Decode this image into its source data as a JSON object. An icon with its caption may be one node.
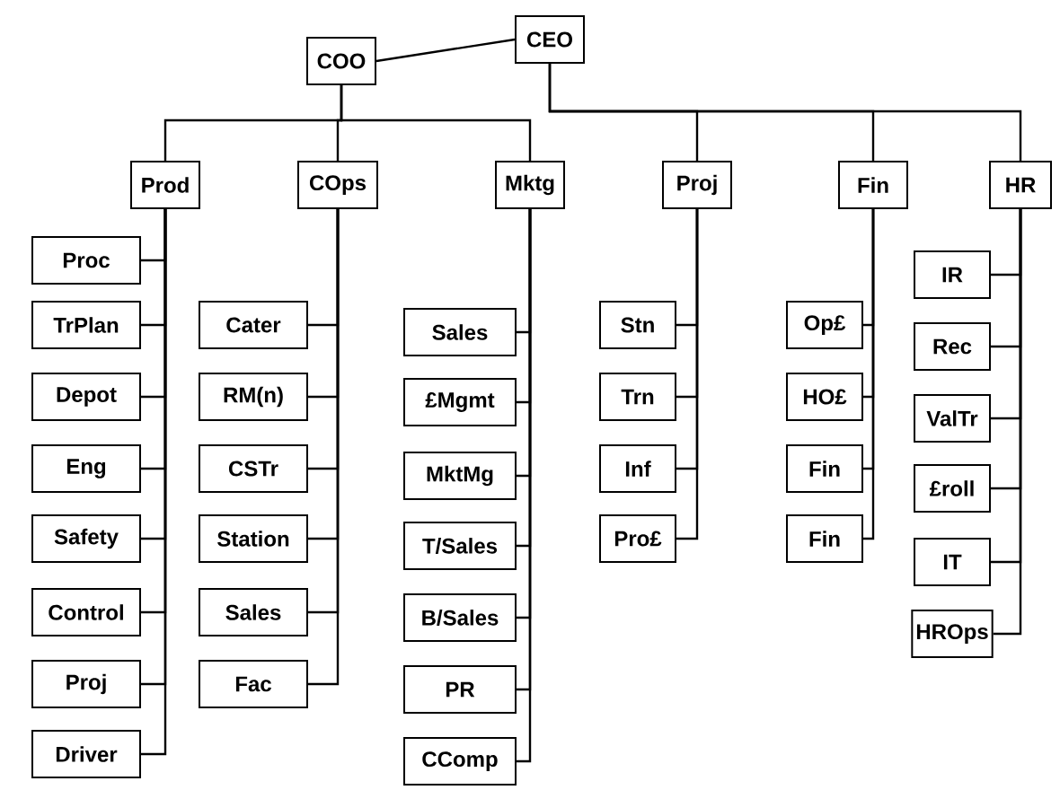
{
  "diagram": {
    "nodes": [
      {
        "text": [
          "CEO"
        ]
      },
      {
        "text": [
          "COO"
        ]
      },
      {
        "text": [
          "Prod"
        ]
      },
      {
        "text": [
          "COps"
        ]
      },
      {
        "text": [
          "Mktg"
        ]
      },
      {
        "text": [
          "Proj"
        ]
      },
      {
        "text": [
          "Fin"
        ]
      },
      {
        "text": [
          "HR"
        ]
      },
      {
        "text": [
          "Proc"
        ]
      },
      {
        "text": [
          "TrPlan"
        ]
      },
      {
        "text": [
          "Depot"
        ]
      },
      {
        "text": [
          "Eng"
        ]
      },
      {
        "text": [
          "Safety"
        ]
      },
      {
        "text": [
          "Control"
        ]
      },
      {
        "text": [
          "Proj"
        ]
      },
      {
        "text": [
          "Driver"
        ]
      },
      {
        "text": [
          "Cater"
        ]
      },
      {
        "text": [
          "RM(n)"
        ]
      },
      {
        "text": [
          "CSTr"
        ]
      },
      {
        "text": [
          "Station"
        ]
      },
      {
        "text": [
          "Sales"
        ]
      },
      {
        "text": [
          "Fac"
        ]
      },
      {
        "text": [
          "Sales"
        ]
      },
      {
        "text": [
          "£Mgmt"
        ]
      },
      {
        "text": [
          "MktMg"
        ]
      },
      {
        "text": [
          "T/Sales"
        ]
      },
      {
        "text": [
          "B/Sales"
        ]
      },
      {
        "text": [
          "PR"
        ]
      },
      {
        "text": [
          "CComp"
        ]
      },
      {
        "text": [
          "Stn"
        ]
      },
      {
        "text": [
          "Trn"
        ]
      },
      {
        "text": [
          "Inf"
        ]
      },
      {
        "text": [
          "Pro£"
        ]
      },
      {
        "text": [
          "Op£"
        ]
      },
      {
        "text": [
          "HO£"
        ]
      },
      {
        "text": [
          "Fin"
        ]
      },
      {
        "text": [
          "Fin"
        ]
      },
      {
        "text": [
          "IR"
        ]
      },
      {
        "text": [
          "Rec"
        ]
      },
      {
        "text": [
          "ValTr"
        ]
      },
      {
        "text": [
          "£roll"
        ]
      },
      {
        "text": [
          "IT"
        ]
      },
      {
        "text": [
          "HROps"
        ]
      }
    ],
    "edges": [
      {
        "from": 0,
        "to": 1,
        "arrow": "none"
      },
      {
        "from": 1,
        "to": 2,
        "arrow": "none"
      },
      {
        "from": 1,
        "to": 3,
        "arrow": "none"
      },
      {
        "from": 1,
        "to": 4,
        "arrow": "none"
      },
      {
        "from": 0,
        "to": 5,
        "arrow": "none"
      },
      {
        "from": 0,
        "to": 6,
        "arrow": "none"
      },
      {
        "from": 0,
        "to": 7,
        "arrow": "none"
      },
      {
        "from": 2,
        "to": 8,
        "arrow": "none"
      },
      {
        "from": 2,
        "to": 9,
        "arrow": "none"
      },
      {
        "from": 2,
        "to": 10,
        "arrow": "none"
      },
      {
        "from": 2,
        "to": 11,
        "arrow": "none"
      },
      {
        "from": 2,
        "to": 12,
        "arrow": "none"
      },
      {
        "from": 2,
        "to": 13,
        "arrow": "none"
      },
      {
        "from": 2,
        "to": 14,
        "arrow": "none"
      },
      {
        "from": 2,
        "to": 15,
        "arrow": "none"
      },
      {
        "from": 3,
        "to": 16,
        "arrow": "none"
      },
      {
        "from": 3,
        "to": 17,
        "arrow": "none"
      },
      {
        "from": 3,
        "to": 18,
        "arrow": "none"
      },
      {
        "from": 3,
        "to": 19,
        "arrow": "none"
      },
      {
        "from": 3,
        "to": 20,
        "arrow": "none"
      },
      {
        "from": 3,
        "to": 21,
        "arrow": "none"
      },
      {
        "from": 4,
        "to": 22,
        "arrow": "none"
      },
      {
        "from": 4,
        "to": 23,
        "arrow": "none"
      },
      {
        "from": 4,
        "to": 24,
        "arrow": "none"
      },
      {
        "from": 4,
        "to": 25,
        "arrow": "none"
      },
      {
        "from": 4,
        "to": 26,
        "arrow": "none"
      },
      {
        "from": 4,
        "to": 27,
        "arrow": "none"
      },
      {
        "from": 4,
        "to": 28,
        "arrow": "none"
      },
      {
        "from": 5,
        "to": 29,
        "arrow": "none"
      },
      {
        "from": 5,
        "to": 30,
        "arrow": "none"
      },
      {
        "from": 5,
        "to": 31,
        "arrow": "none"
      },
      {
        "from": 5,
        "to": 32,
        "arrow": "none"
      },
      {
        "from": 6,
        "to": 33,
        "arrow": "none"
      },
      {
        "from": 6,
        "to": 34,
        "arrow": "none"
      },
      {
        "from": 6,
        "to": 35,
        "arrow": "none"
      },
      {
        "from": 6,
        "to": 36,
        "arrow": "none"
      },
      {
        "from": 7,
        "to": 37,
        "arrow": "none"
      },
      {
        "from": 7,
        "to": 38,
        "arrow": "none"
      },
      {
        "from": 7,
        "to": 39,
        "arrow": "none"
      },
      {
        "from": 7,
        "to": 40,
        "arrow": "none"
      },
      {
        "from": 7,
        "to": 41,
        "arrow": "none"
      },
      {
        "from": 7,
        "to": 42,
        "arrow": "none"
      }
    ]
  }
}
